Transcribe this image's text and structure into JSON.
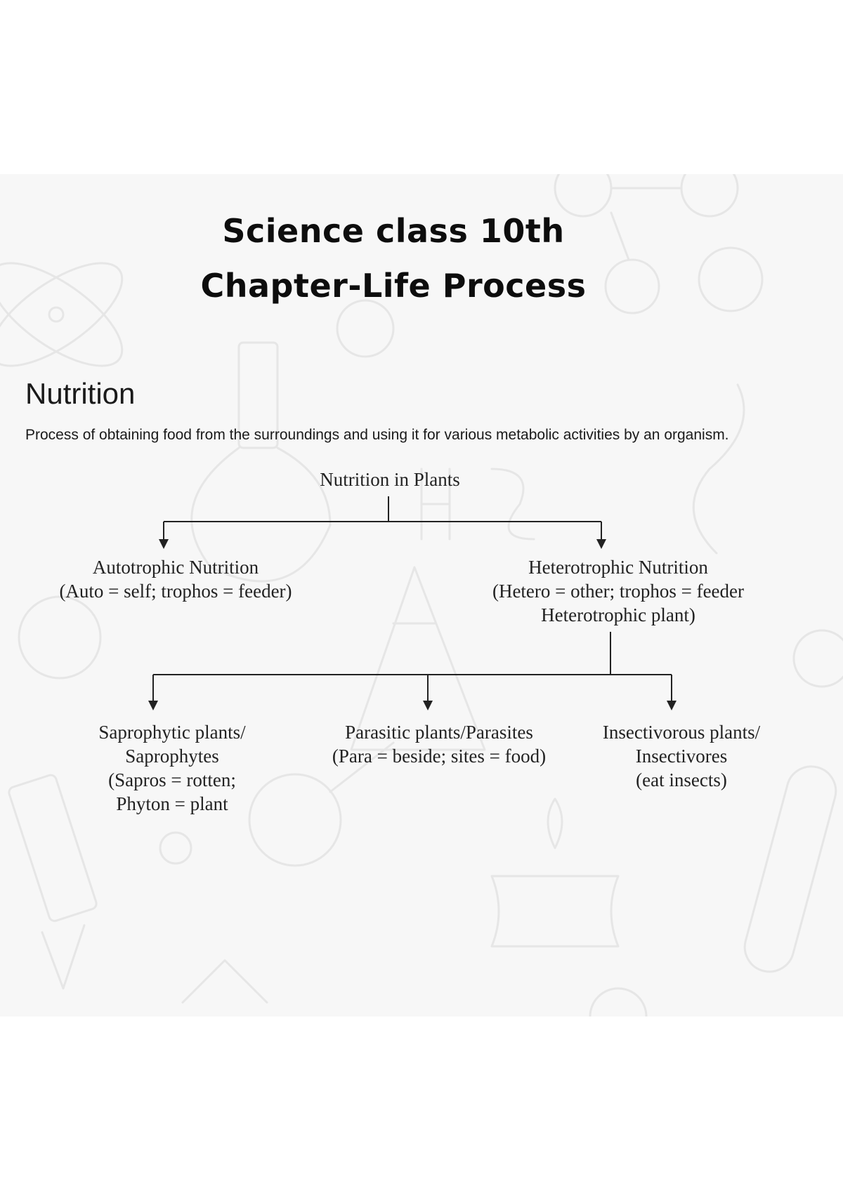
{
  "header": {
    "line1": "Science class 10th",
    "line2": "Chapter-Life Process"
  },
  "section": {
    "heading": "Nutrition",
    "definition": "Process of obtaining food from the surroundings and using it for various metabolic activities by an organism."
  },
  "diagram": {
    "root": "Nutrition in Plants",
    "autotrophic": {
      "line1": "Autotrophic Nutrition",
      "line2": "(Auto = self; trophos = feeder)"
    },
    "heterotrophic": {
      "line1": "Heterotrophic Nutrition",
      "line2": "(Hetero = other; trophos = feeder",
      "line3": "Heterotrophic plant)"
    },
    "saprophytic": {
      "line1": "Saprophytic plants/",
      "line2": "Saprophytes",
      "line3": "(Sapros = rotten;",
      "line4": "Phyton = plant"
    },
    "parasitic": {
      "line1": "Parasitic plants/Parasites",
      "line2": "(Para = beside; sites = food)"
    },
    "insectivorous": {
      "line1": "Insectivorous plants/",
      "line2": "Insectivores",
      "line3": "(eat insects)"
    }
  }
}
